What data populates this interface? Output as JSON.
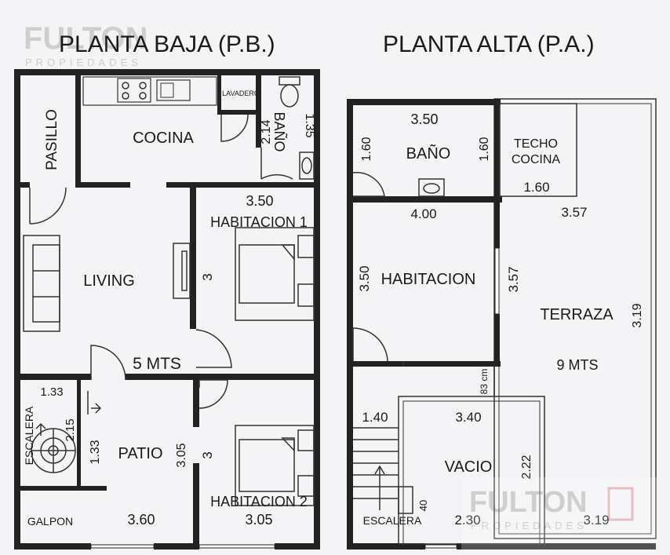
{
  "titles": {
    "ground": "PLANTA BAJA (P.B.)",
    "upper": "PLANTA ALTA (P.A.)"
  },
  "watermark": {
    "brand": "FULTON",
    "tagline": "PROPIEDADES"
  },
  "ground_floor": {
    "rooms": {
      "pasillo": "PASILLO",
      "cocina": "COCINA",
      "lavadero": "LAVADERO",
      "bano": "BAÑO",
      "living": "LIVING",
      "habitacion1": "HABITACION 1",
      "habitacion2": "HABITACION 2",
      "patio": "PATIO",
      "escalera": "ESCALERA",
      "galpon": "GALPON"
    },
    "dims": {
      "bano_w": "2.14",
      "bano_h": "1.35",
      "hab1_w": "3.50",
      "hab1_h": "3",
      "living_w": "5 MTS",
      "esc_w": "1.33",
      "esc_h": "2.15",
      "patio_h": "1.33",
      "patio_h2": "3.05",
      "hab2_h": "3",
      "hab2_w": "3.05",
      "patio_w": "3.60"
    }
  },
  "upper_floor": {
    "rooms": {
      "bano": "BAÑO",
      "techo": "TECHO",
      "cocina": "COCINA",
      "habitacion": "HABITACION",
      "terraza": "TERRAZA",
      "terraza_size": "9 MTS",
      "vacio": "VACIO",
      "escalera": "ESCALERA"
    },
    "dims": {
      "bano_w": "3.50",
      "bano_h": "1.60",
      "bano_h2": "1.60",
      "techo_w": "1.60",
      "hab_w": "4.00",
      "hab_h": "3.50",
      "hab_h2": "3.57",
      "terraza_w": "3.57",
      "terraza_h": "3.19",
      "passage": "83 cm",
      "vacio_w": "3.40",
      "vacio_h": "2.22",
      "esc_w": "1.40",
      "esc_d": "40",
      "vacio_bottom": "2.30",
      "terraza_bottom": "3.19"
    }
  }
}
